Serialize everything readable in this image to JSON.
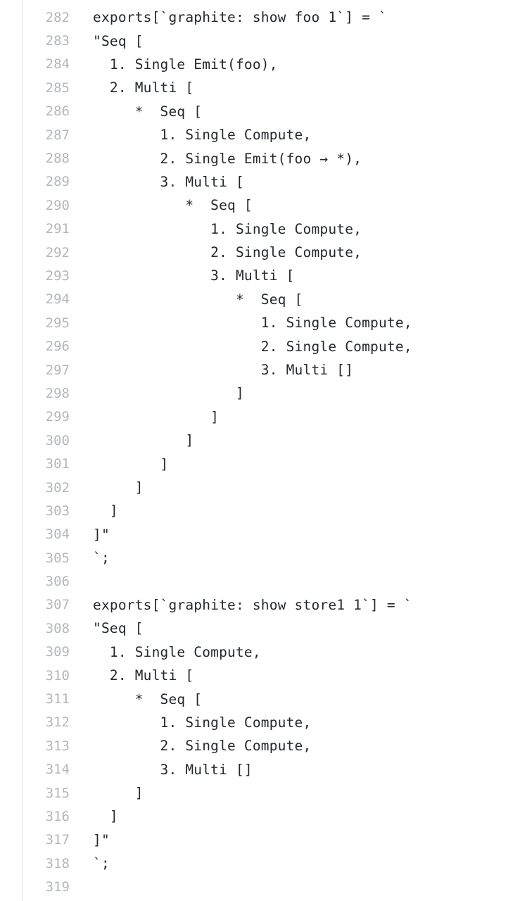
{
  "code": {
    "lines": [
      {
        "number": "282",
        "text": "exports[`graphite: show foo 1`] = `"
      },
      {
        "number": "283",
        "text": "\"Seq ["
      },
      {
        "number": "284",
        "text": "  1. Single Emit(foo),"
      },
      {
        "number": "285",
        "text": "  2. Multi ["
      },
      {
        "number": "286",
        "text": "     *  Seq ["
      },
      {
        "number": "287",
        "text": "        1. Single Compute,"
      },
      {
        "number": "288",
        "text": "        2. Single Emit(foo → *),"
      },
      {
        "number": "289",
        "text": "        3. Multi ["
      },
      {
        "number": "290",
        "text": "           *  Seq ["
      },
      {
        "number": "291",
        "text": "              1. Single Compute,"
      },
      {
        "number": "292",
        "text": "              2. Single Compute,"
      },
      {
        "number": "293",
        "text": "              3. Multi ["
      },
      {
        "number": "294",
        "text": "                 *  Seq ["
      },
      {
        "number": "295",
        "text": "                    1. Single Compute,"
      },
      {
        "number": "296",
        "text": "                    2. Single Compute,"
      },
      {
        "number": "297",
        "text": "                    3. Multi []"
      },
      {
        "number": "298",
        "text": "                 ]"
      },
      {
        "number": "299",
        "text": "              ]"
      },
      {
        "number": "300",
        "text": "           ]"
      },
      {
        "number": "301",
        "text": "        ]"
      },
      {
        "number": "302",
        "text": "     ]"
      },
      {
        "number": "303",
        "text": "  ]"
      },
      {
        "number": "304",
        "text": "]\""
      },
      {
        "number": "305",
        "text": "`;"
      },
      {
        "number": "306",
        "text": ""
      },
      {
        "number": "307",
        "text": "exports[`graphite: show store1 1`] = `"
      },
      {
        "number": "308",
        "text": "\"Seq ["
      },
      {
        "number": "309",
        "text": "  1. Single Compute,"
      },
      {
        "number": "310",
        "text": "  2. Multi ["
      },
      {
        "number": "311",
        "text": "     *  Seq ["
      },
      {
        "number": "312",
        "text": "        1. Single Compute,"
      },
      {
        "number": "313",
        "text": "        2. Single Compute,"
      },
      {
        "number": "314",
        "text": "        3. Multi []"
      },
      {
        "number": "315",
        "text": "     ]"
      },
      {
        "number": "316",
        "text": "  ]"
      },
      {
        "number": "317",
        "text": "]\""
      },
      {
        "number": "318",
        "text": "`;"
      },
      {
        "number": "319",
        "text": ""
      }
    ]
  },
  "colors": {
    "line_number": "#b4b7ba",
    "code_text": "#24292e",
    "gutter_border": "#e1e4e8",
    "background": "#ffffff"
  }
}
